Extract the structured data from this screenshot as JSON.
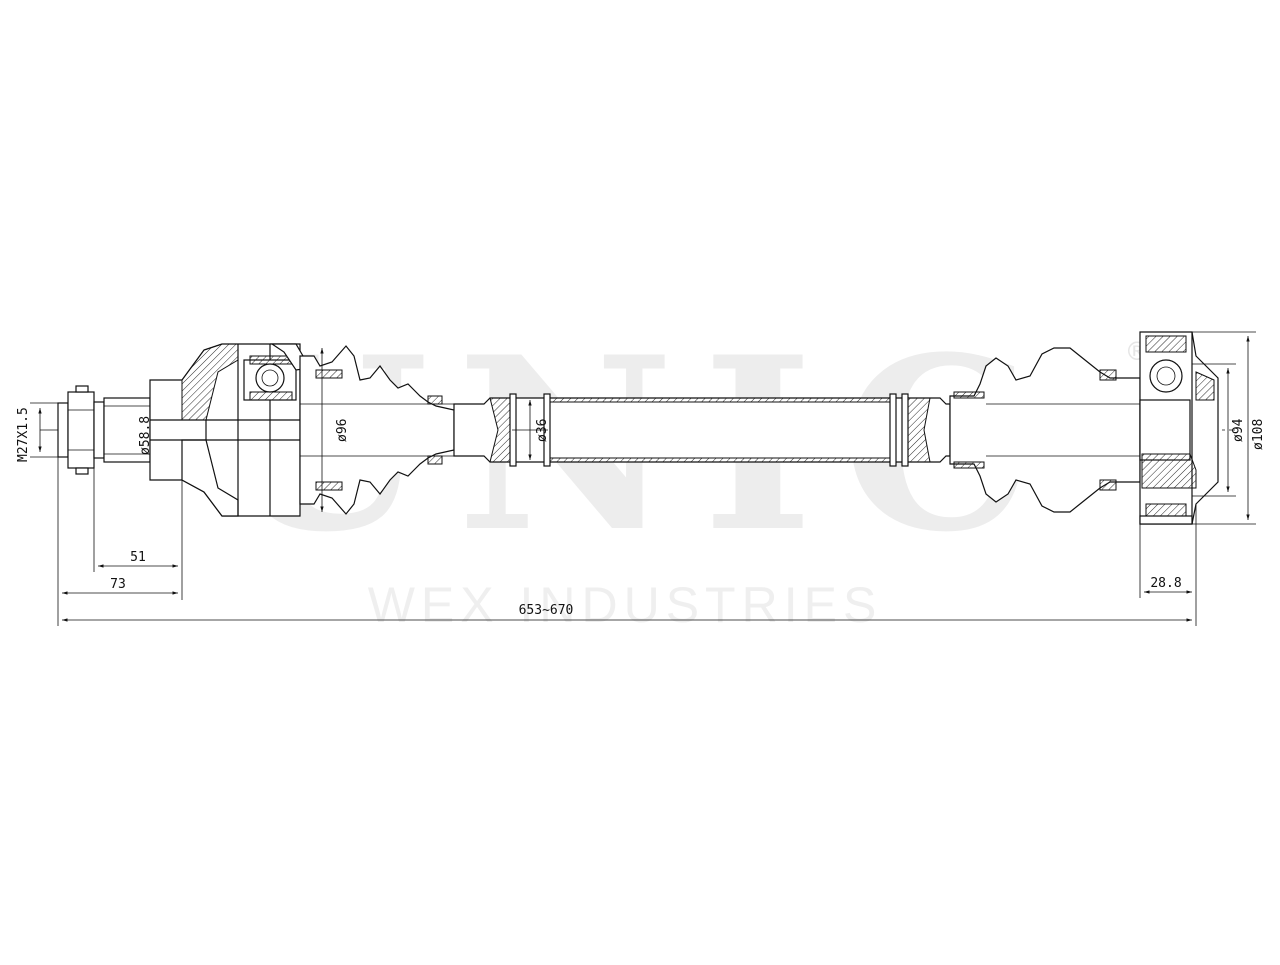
{
  "watermark": {
    "brand": "UNIC",
    "registered": "®",
    "company": "WEX INDUSTRIES"
  },
  "dimensions": {
    "thread": "M27X1.5",
    "stub_diameter": "ø58.8",
    "outer_joint_diameter": "ø96",
    "shaft_diameter": "ø36",
    "inner_joint_diameter_a": "ø94",
    "inner_joint_diameter_b": "ø108",
    "stub_length": "51",
    "outer_length": "73",
    "inner_length": "28.8",
    "overall_length": "653~670"
  },
  "colors": {
    "line": "#111111",
    "watermark": "#ececec",
    "background": "#ffffff"
  }
}
